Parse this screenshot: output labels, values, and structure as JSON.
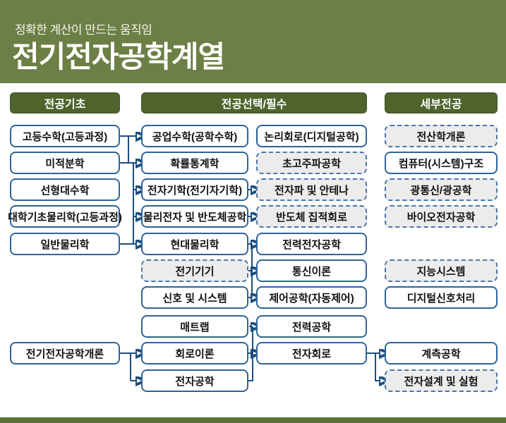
{
  "header": {
    "tagline": "정확한 계산이 만드는 움직임",
    "title": "전기전자공학계열"
  },
  "column_headers": {
    "basics": "전공기초",
    "major": "전공선택/필수",
    "detail": "세부전공"
  },
  "courses": {
    "basics": [
      "고등수학(고등과정)",
      "미적분학",
      "선형대수학",
      "대학기초물리학(고등과정)",
      "일반물리학",
      "전기전자공학개론"
    ],
    "major_left": [
      "공업수학(공학수학)",
      "확률통계학",
      "전자기학(전기자기학)",
      "물리전자 및 반도체공학",
      "현대물리학",
      "전기기기",
      "신호 및 시스템",
      "매트랩",
      "회로이론",
      "전자공학"
    ],
    "major_right": [
      "논리회로(디지털공학)",
      "초고주파공학",
      "전자파 및 안테나",
      "반도체 집적회로",
      "전력전자공학",
      "통신이론",
      "제어공학(자동제어)",
      "전력공학",
      "전자회로"
    ],
    "detail": [
      "전산학개론",
      "컴퓨터(시스템)구조",
      "광통신/광공학",
      "바이오전자공학",
      "지능시스템",
      "디지털신호처리",
      "계측공학",
      "전자설계 및 실험"
    ]
  },
  "colors": {
    "header_bg": "#6c7f45",
    "column_header_bg": "#4f642d",
    "solid_box_border": "#2d6398",
    "dashed_box_border": "#4a76a8",
    "dashed_box_bg": "#ececec",
    "arrow": "#1d4e7e"
  }
}
